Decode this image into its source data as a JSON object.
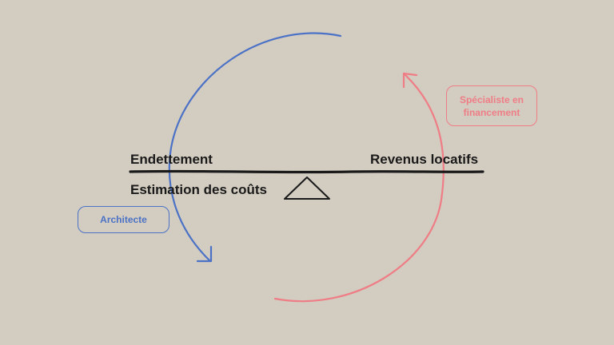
{
  "labels": {
    "left_top": "Endettement",
    "left_bottom": "Estimation des coûts",
    "right_top": "Revenus locatifs"
  },
  "tags": {
    "architect": "Architecte",
    "finance": "Spécialiste en\nfinancement"
  },
  "colors": {
    "background": "#d3ccc0",
    "blue": "#4b72c6",
    "red": "#ef7d86",
    "ink": "#1a1a1a"
  }
}
